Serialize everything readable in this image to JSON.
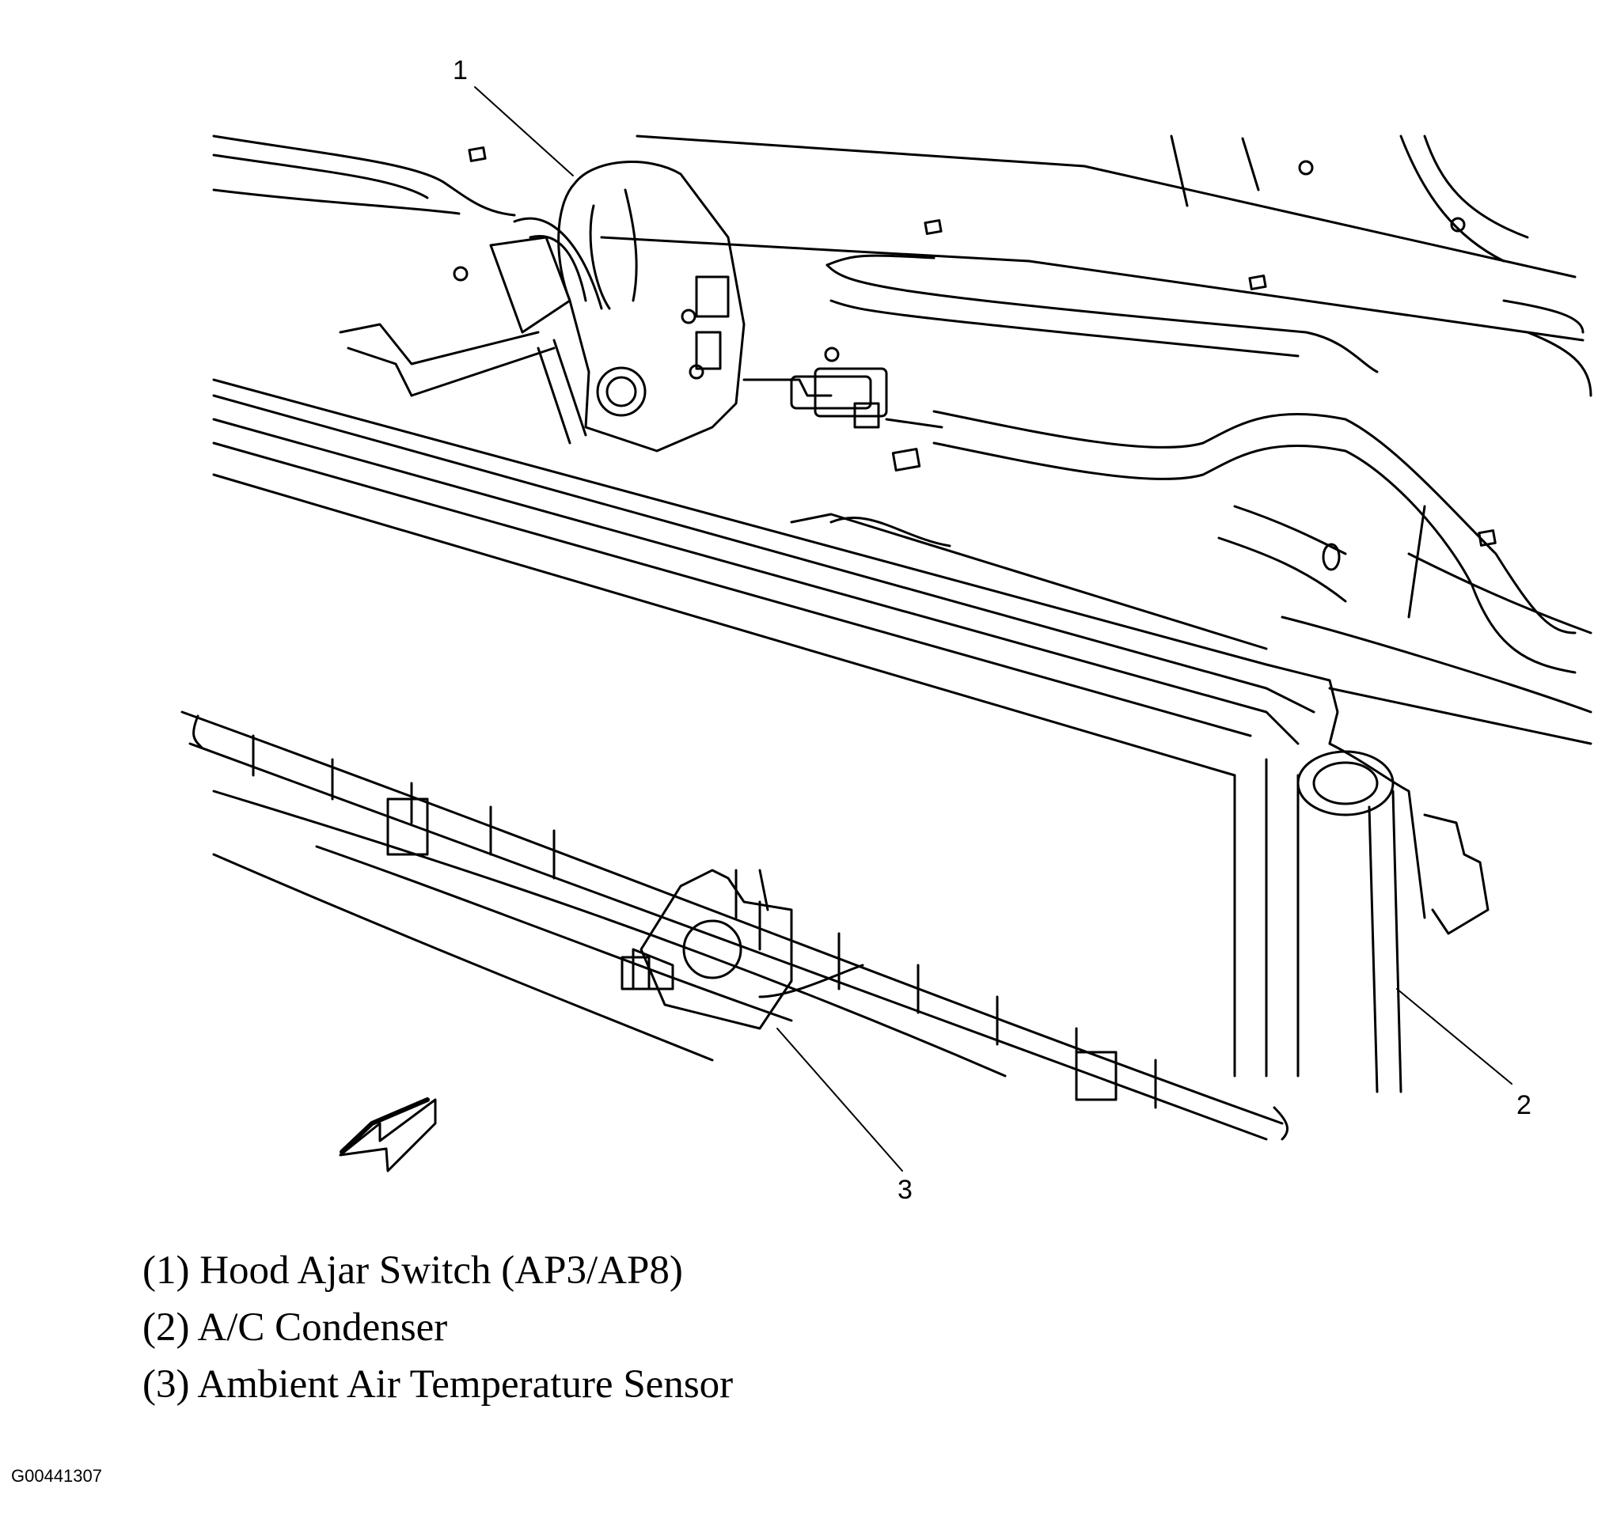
{
  "callouts": {
    "c1": "1",
    "c2": "2",
    "c3": "3"
  },
  "legend": [
    "(1) Hood Ajar Switch (AP3/AP8)",
    "(2) A/C Condenser",
    "(3) Ambient Air Temperature Sensor"
  ],
  "figure_id": "G00441307",
  "colors": {
    "line": "#000000",
    "background": "#ffffff"
  }
}
